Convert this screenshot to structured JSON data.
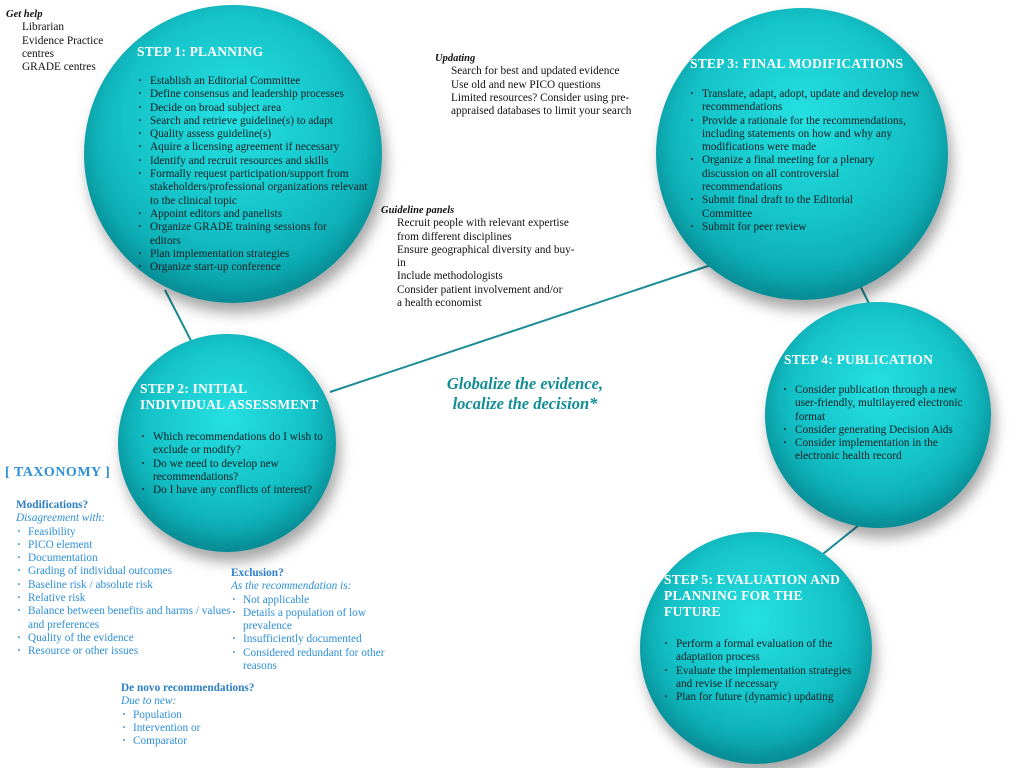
{
  "get_help": {
    "heading": "Get help",
    "lines": [
      "Librarian",
      "Evidence Practice",
      "centres",
      "GRADE centres"
    ]
  },
  "updating": {
    "heading": "Updating",
    "lines": [
      "Search for best and updated evidence",
      "Use old and new PICO questions",
      "Limited resources? Consider using pre-",
      "appraised databases to limit your search"
    ]
  },
  "guideline_panels": {
    "heading": "Guideline panels",
    "lines": [
      "Recruit people with relevant expertise",
      "from different disciplines",
      "Ensure geographical diversity and buy-",
      "in",
      "Include methodologists",
      "Consider patient involvement and/or",
      "a health economist"
    ]
  },
  "slogan": {
    "line1": "Globalize the evidence,",
    "line2": "localize the decision*"
  },
  "steps": [
    {
      "title": "STEP 1: PLANNING",
      "items": [
        "Establish an Editorial Committee",
        "Define consensus and leadership processes",
        "Decide on broad subject area",
        "Search and retrieve guideline(s) to adapt",
        "Quality assess guideline(s)",
        "Aquire a licensing agreement if necessary",
        "Identify and recruit resources and skills",
        "Formally request participation/support from stakeholders/professional organizations relevant to the clinical topic",
        "Appoint editors and panelists",
        "Organize GRADE training sessions for editors",
        "Plan implementation strategies",
        "Organize start-up conference"
      ]
    },
    {
      "title": "STEP 2: INITIAL INDIVIDUAL ASSESSMENT",
      "items": [
        "Which recommendations do I wish to exclude or modify?",
        "Do we need to develop new recommendations?",
        "Do I have any conflicts of interest?"
      ]
    },
    {
      "title": "STEP 3: FINAL MODIFICATIONS",
      "items": [
        "Translate, adapt, adopt, update and develop new recommendations",
        "Provide a rationale for the recommendations, including statements on how and why any modifications were made",
        "Organize a final meeting for a plenary discussion on all controversial recommendations",
        "Submit final draft to the Editorial Committee",
        "Submit for peer review"
      ]
    },
    {
      "title": "STEP 4: PUBLICATION",
      "items": [
        "Consider publication through a new user-friendly, multilayered electronic format",
        "Consider generating Decision Aids",
        "Consider implementation in the electronic health record"
      ]
    },
    {
      "title": "STEP 5: EVALUATION AND PLANNING FOR THE FUTURE",
      "items": [
        "Perform a formal evaluation of the adaptation process",
        "Evaluate the implementation strategies and revise if necessary",
        "Plan for future (dynamic) updating"
      ]
    }
  ],
  "taxonomy": {
    "heading": "[ TAXONOMY ]",
    "modifications": {
      "heading": "Modifications?",
      "subheading": "Disagreement with:",
      "items": [
        "Feasibility",
        "PICO element",
        "Documentation",
        "Grading of individual outcomes",
        "Baseline risk / absolute risk",
        "Relative risk",
        "Balance between benefits and harms / values and preferences",
        "Quality of the evidence",
        "Resource or other issues"
      ]
    },
    "exclusion": {
      "heading": "Exclusion?",
      "subheading": "As the recommendation is:",
      "items": [
        "Not applicable",
        "Details a population of low prevalence",
        "Insufficiently documented",
        "Considered redundant for other reasons"
      ]
    },
    "de_novo": {
      "heading": "De novo recommendations?",
      "subheading": "Due to new:",
      "items": [
        "Population",
        "Intervention or",
        "Comparator"
      ]
    }
  },
  "colors": {
    "circle": "#14c3c8",
    "arrow": "#1b8d95",
    "taxonomy": "#2d8fd8",
    "slogan": "#128d96"
  }
}
